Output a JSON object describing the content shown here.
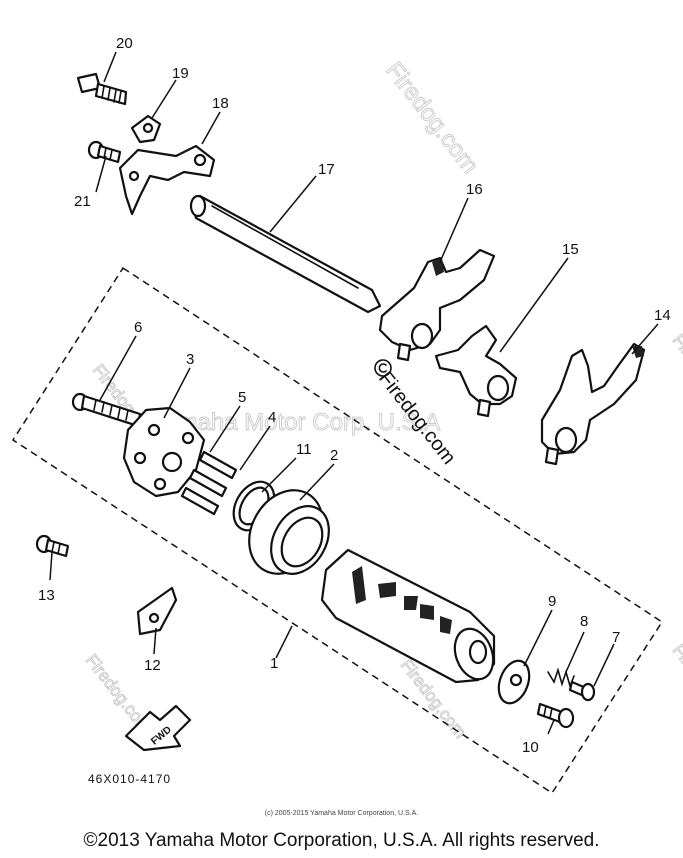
{
  "diagram": {
    "code": "46X010-4170",
    "fwd_label": "FWD",
    "copyright_small": "(c) 2005-2015 Yamaha Motor Corporation, U.S.A.",
    "copyright_main": "©2013 Yamaha Motor Corporation, U.S.A. All rights reserved.",
    "watermark_firedog": "Firedog.com",
    "watermark_yamaha": "Yamaha Motor Corp. U.S.A",
    "callouts": [
      "1",
      "2",
      "3",
      "4",
      "5",
      "6",
      "7",
      "8",
      "9",
      "10",
      "11",
      "12",
      "13",
      "14",
      "15",
      "16",
      "17",
      "18",
      "19",
      "20",
      "21"
    ]
  }
}
